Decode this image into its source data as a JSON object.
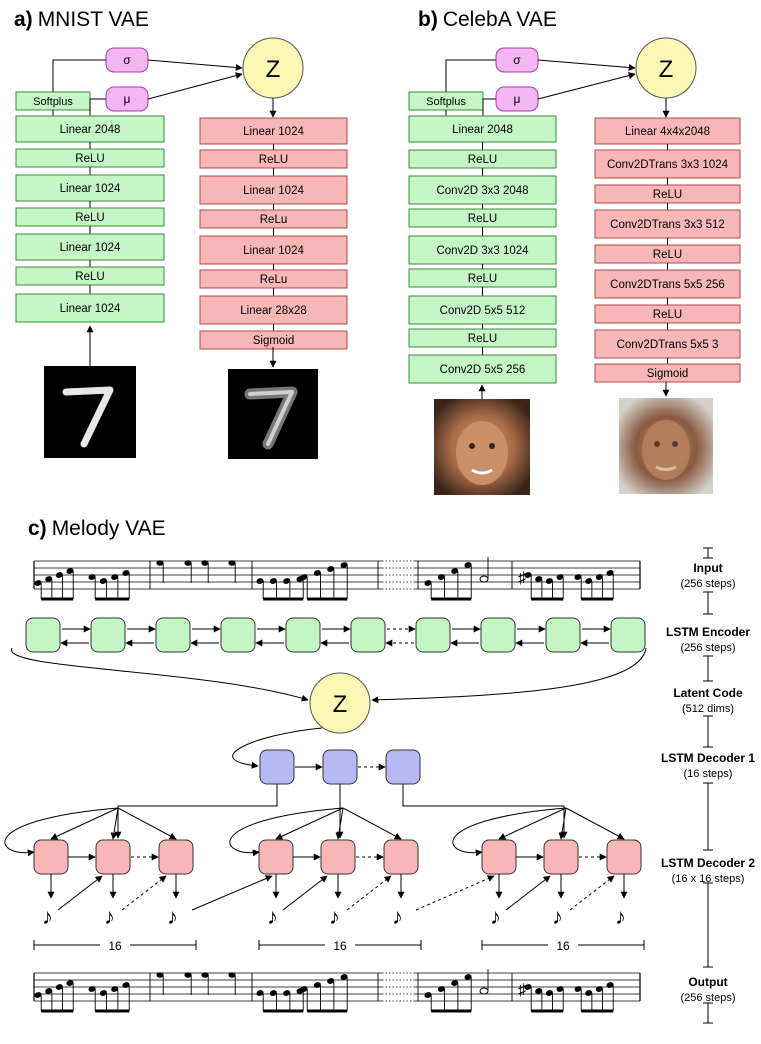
{
  "panel_a": {
    "title_prefix": "a)",
    "title_text": "MNIST VAE",
    "sigma": "σ",
    "mu": "μ",
    "z": "Z",
    "softplus": "Softplus",
    "encoder": [
      "Linear 2048",
      "ReLU",
      "Linear 1024",
      "ReLU",
      "Linear 1024",
      "ReLU",
      "Linear 1024"
    ],
    "decoder": [
      "Linear 1024",
      "ReLU",
      "Linear 1024",
      "ReLu",
      "Linear 1024",
      "ReLu",
      "Linear 28x28",
      "Sigmoid"
    ]
  },
  "panel_b": {
    "title_prefix": "b)",
    "title_text": "CelebA VAE",
    "sigma": "σ",
    "mu": "μ",
    "z": "Z",
    "softplus": "Softplus",
    "encoder": [
      "Linear 2048",
      "ReLU",
      "Conv2D 3x3   2048",
      "ReLU",
      "Conv2D 3x3   1024",
      "ReLU",
      "Conv2D 5x5  512",
      "ReLU",
      "Conv2D 5x5  256"
    ],
    "decoder": [
      "Linear 4x4x2048",
      "Conv2DTrans 3x3 1024",
      "ReLU",
      "Conv2DTrans 3x3   512",
      "ReLU",
      "Conv2DTrans 5x5   256",
      "ReLU",
      "Conv2DTrans 5x5   3",
      "Sigmoid"
    ]
  },
  "panel_c": {
    "title_prefix": "c)",
    "title_text": "Melody VAE",
    "z": "Z",
    "sixteen": "16",
    "stages": [
      {
        "name": "Input",
        "detail": "(256 steps)"
      },
      {
        "name": "LSTM Encoder",
        "detail": "(256 steps)"
      },
      {
        "name": "Latent Code",
        "detail": "(512 dims)"
      },
      {
        "name": "LSTM Decoder 1",
        "detail": "(16 steps)"
      },
      {
        "name": "LSTM Decoder 2",
        "detail": "(16 x 16 steps)"
      },
      {
        "name": "Output",
        "detail": "(256 steps)"
      }
    ]
  },
  "colors": {
    "green_fill": "#c4f5c4",
    "green_stroke": "#3e8a3e",
    "red_fill": "#f7b7b7",
    "red_stroke": "#b04a4a",
    "pink_fill": "#f3b5f3",
    "blue_fill": "#b8b8f5",
    "yellow_fill": "#fbf7b4"
  }
}
